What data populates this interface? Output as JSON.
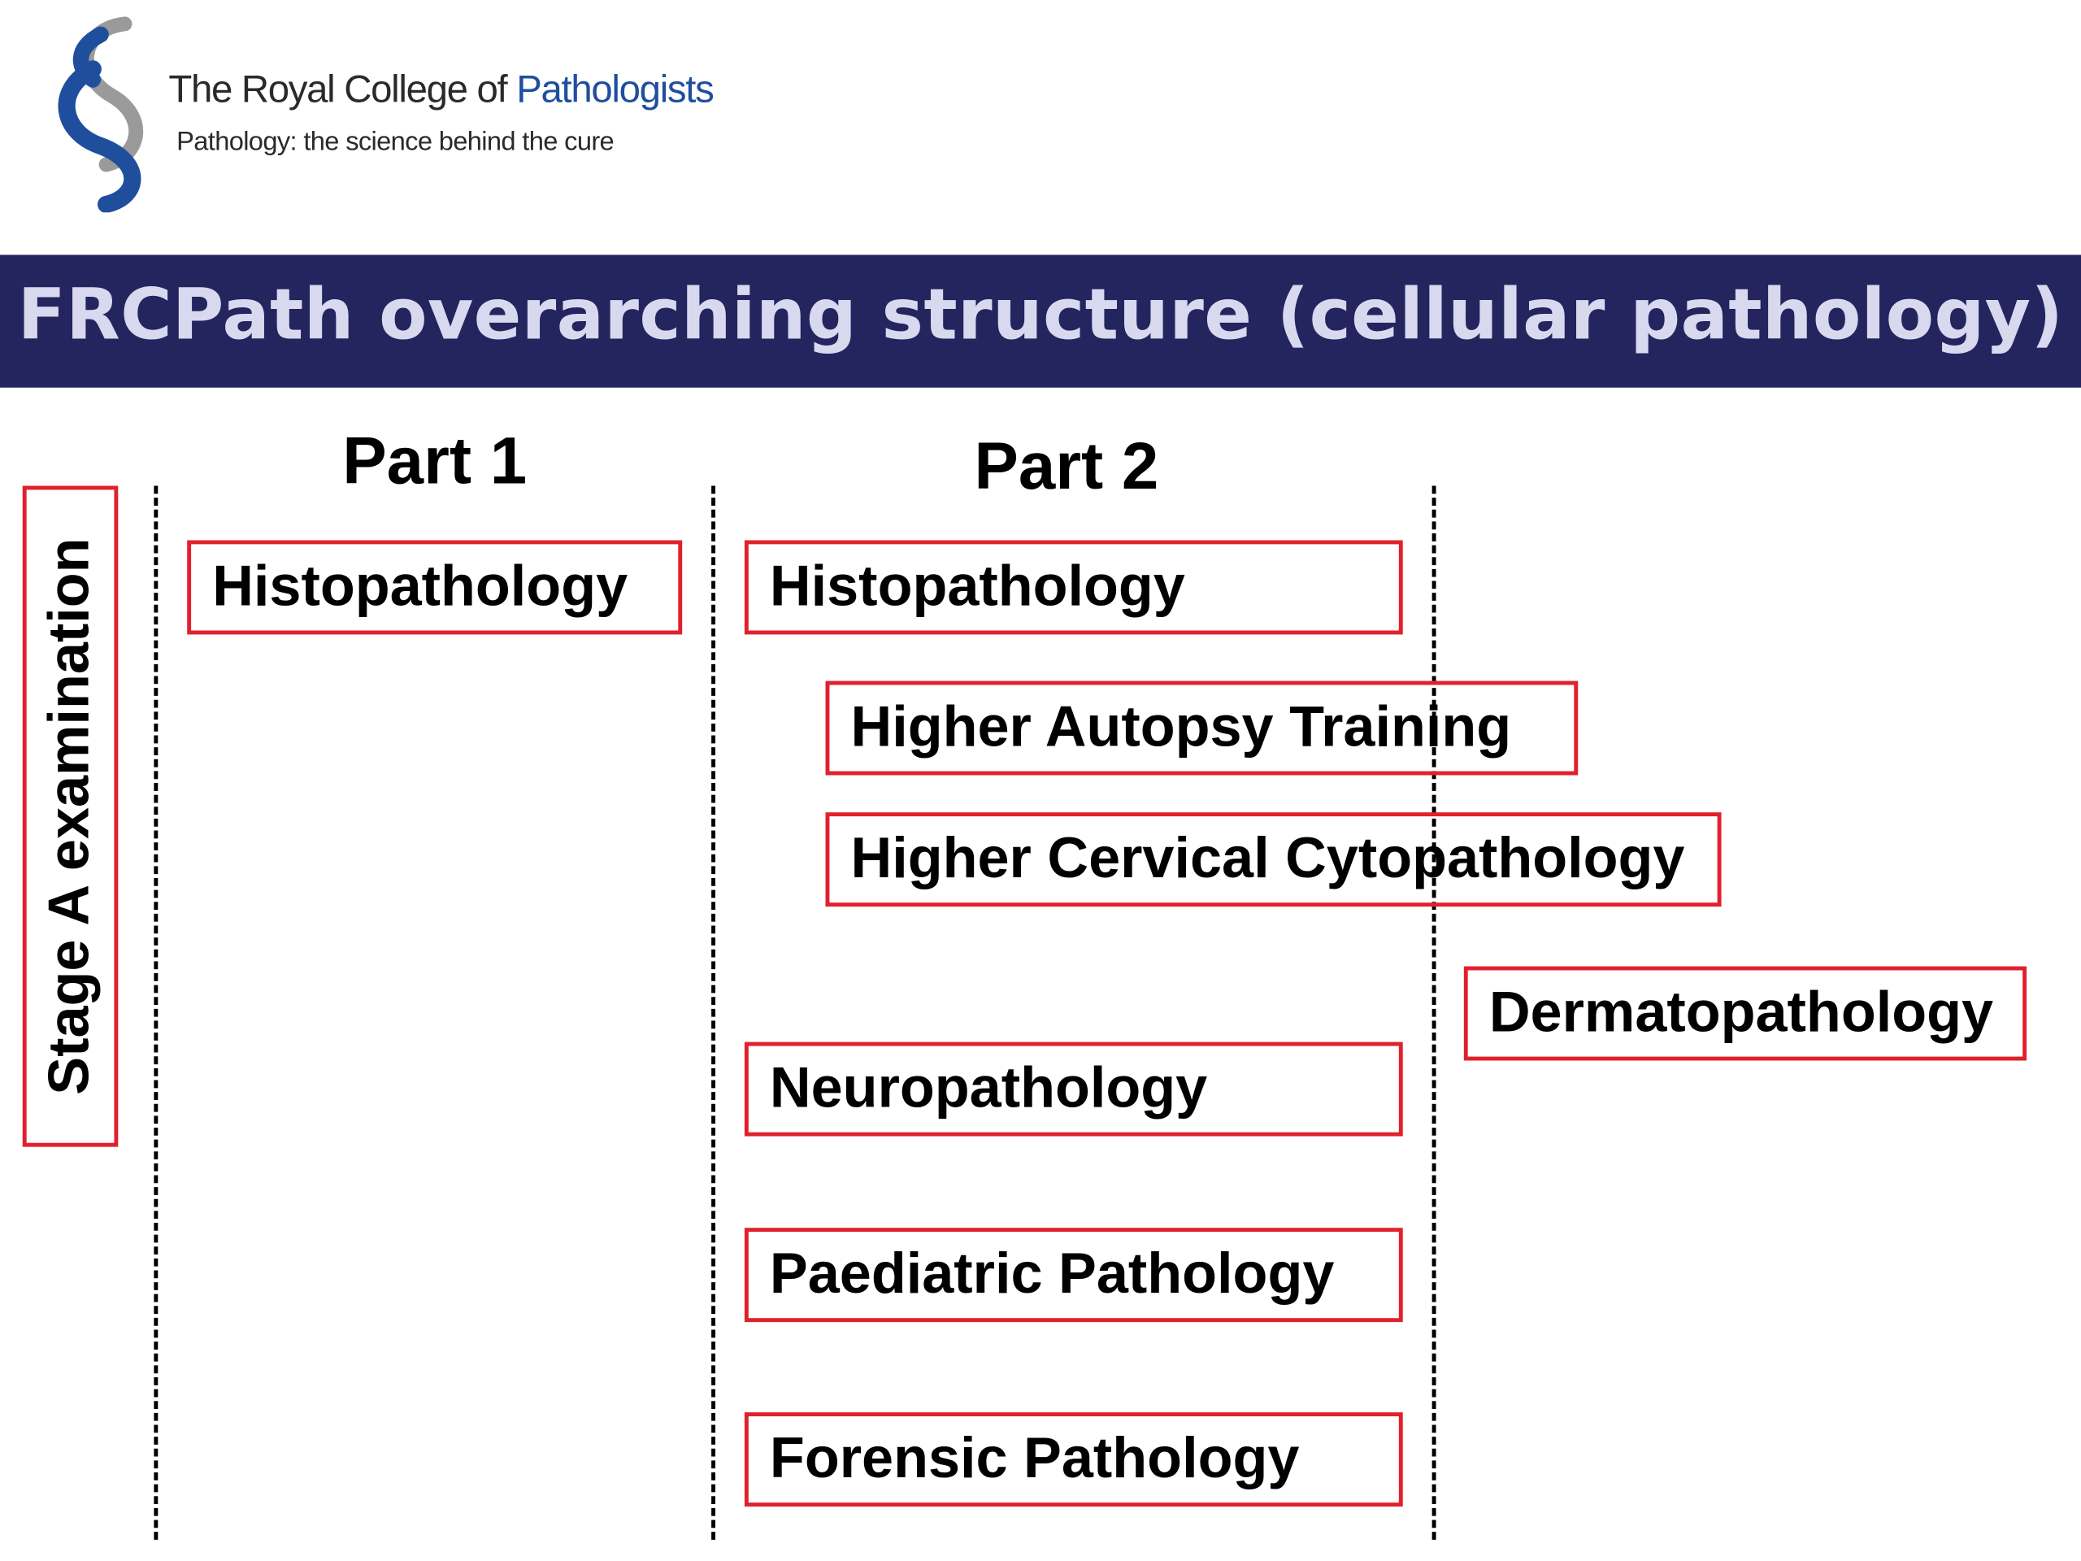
{
  "header": {
    "org_name_prefix": "The Royal College of ",
    "org_name_accent": "Pathologists",
    "tagline": "Pathology: the science behind the cure",
    "logo": "double-helix-logo"
  },
  "banner": {
    "title": "FRCPath overarching structure (cellular pathology)"
  },
  "diagram": {
    "stage_a": "Stage A examination",
    "part1": {
      "label": "Part 1",
      "boxes": [
        "Histopathology"
      ]
    },
    "part2": {
      "label": "Part 2",
      "boxes": [
        "Histopathology",
        "Higher Autopsy Training",
        "Higher Cervical Cytopathology",
        "Neuropathology",
        "Paediatric Pathology",
        "Forensic Pathology"
      ]
    },
    "beyond": {
      "boxes": [
        "Dermatopathology"
      ]
    }
  },
  "colors": {
    "banner_bg": "#24245f",
    "banner_text": "#d8d8ef",
    "box_border": "#e0212c",
    "logo_blue": "#1f4f9c",
    "logo_grey": "#9a9a9a"
  }
}
